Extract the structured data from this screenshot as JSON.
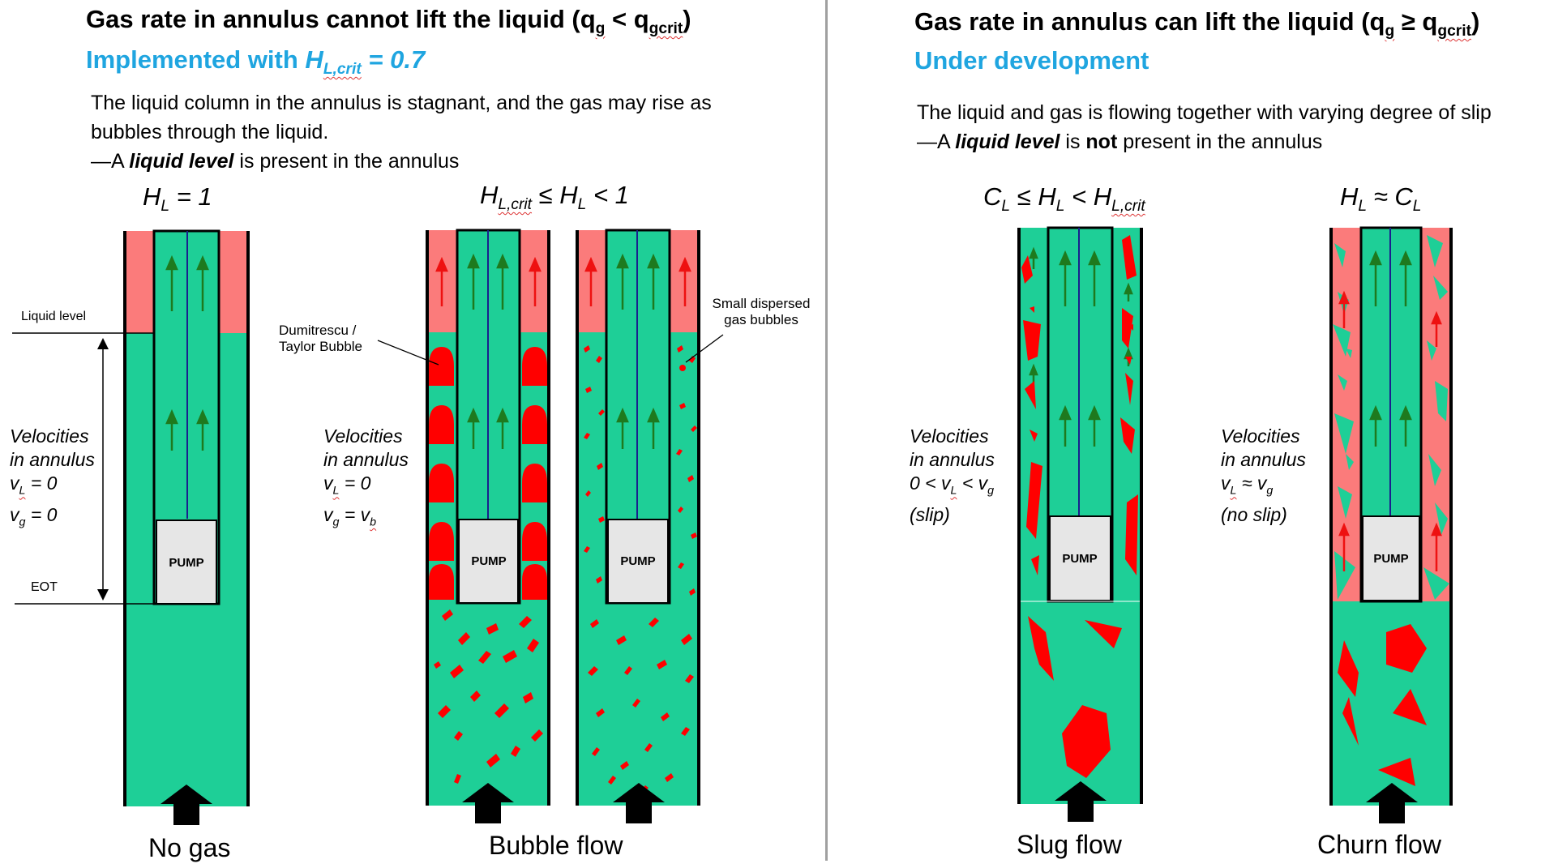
{
  "colors": {
    "liquid": "#1ecf97",
    "gas": "#fb7b7b",
    "bubble": "#ff0000",
    "liquid_arrow": "#1e7a1e",
    "gas_arrow": "#ee1111",
    "heading_blue": "#1fa5e0",
    "divider": "#a0a0a0"
  },
  "left": {
    "title_main": "Gas rate in annulus cannot lift the liquid (q",
    "title_sub_g": "g",
    "title_lt": " < q",
    "title_sub_gcrit": "gcrit",
    "title_close": ")",
    "status_prefix": "Implemented with ",
    "status_H": "H",
    "status_sub": "L,crit",
    "status_suffix": " = 0.7",
    "desc_1": "The liquid column in the annulus is stagnant, and the gas may rise as bubbles through the liquid.",
    "desc_2_prefix": "—A ",
    "desc_2_em": "liquid level",
    "desc_2_suffix": " is present in the annulus"
  },
  "right": {
    "title_main": "Gas rate in annulus can lift the liquid (q",
    "title_sub_g": "g",
    "title_ge": " ≥ q",
    "title_sub_gcrit": "gcrit",
    "title_close": ")",
    "status": "Under development",
    "desc_1": "The liquid and gas is flowing together with varying degree of slip",
    "desc_2_prefix": "—A ",
    "desc_2_em1": "liquid level",
    "desc_2_mid": " is ",
    "desc_2_em2": "not",
    "desc_2_suffix": " present in the annulus"
  },
  "holdup": {
    "no_gas": {
      "H": "H",
      "sub": "L",
      "rel": " = 1"
    },
    "bubble": {
      "H1": "H",
      "sub1": "L,crit",
      "rel1": " ≤ ",
      "H2": "H",
      "sub2": "L",
      "rel2": " < 1"
    },
    "slug": {
      "C": "C",
      "subC": "L",
      "rel1": " ≤ ",
      "H": "H",
      "subH": "L",
      "rel2": " < ",
      "H2": "H",
      "sub2": "L,crit"
    },
    "churn": {
      "H": "H",
      "subH": "L",
      "rel": " ≈ ",
      "C": "C",
      "subC": "L"
    }
  },
  "velocities": {
    "header_1": "Velocities",
    "header_2": "in annulus",
    "no_gas": {
      "l1_v": "v",
      "l1_sub": "L",
      "l1_rest": " = 0",
      "l2_v": "v",
      "l2_sub": "g",
      "l2_rest": " = 0"
    },
    "bubble": {
      "l1_v": "v",
      "l1_sub": "L",
      "l1_rest": " = 0",
      "l2_v": "v",
      "l2_sub": "g",
      "l2_mid": " = ",
      "l2_v2": "v",
      "l2_sub2": "b"
    },
    "slug": {
      "l1_pre": "0 < ",
      "l1_v": "v",
      "l1_sub": "L",
      "l1_mid": " < ",
      "l1_v2": "v",
      "l1_sub2": "g",
      "l2": "(slip)"
    },
    "churn": {
      "l1_v": "v",
      "l1_sub": "L",
      "l1_mid": " ≈ ",
      "l1_v2": "v",
      "l1_sub2": "g",
      "l2": "(no slip)"
    }
  },
  "labels": {
    "liquid_level": "Liquid level",
    "eot": "EOT",
    "pump": "PUMP",
    "taylor_1": "Dumitrescu /",
    "taylor_2": "Taylor Bubble",
    "dispersed_1": "Small dispersed",
    "dispersed_2": "gas bubbles"
  },
  "captions": {
    "no_gas": "No gas",
    "bubble": "Bubble flow",
    "slug": "Slug flow",
    "churn": "Churn flow"
  },
  "diagram": {
    "wells": [
      {
        "id": "no-gas",
        "top_fill": "gas-cap",
        "annulus": "liquid"
      },
      {
        "id": "bubble-taylor",
        "top_fill": "gas-cap",
        "annulus": "taylor-bubbles"
      },
      {
        "id": "bubble-dispersed",
        "top_fill": "gas-cap",
        "annulus": "dispersed-bubbles"
      },
      {
        "id": "slug",
        "top_fill": "liquid",
        "annulus": "slugs"
      },
      {
        "id": "churn",
        "top_fill": "gas",
        "annulus": "churn"
      }
    ]
  }
}
